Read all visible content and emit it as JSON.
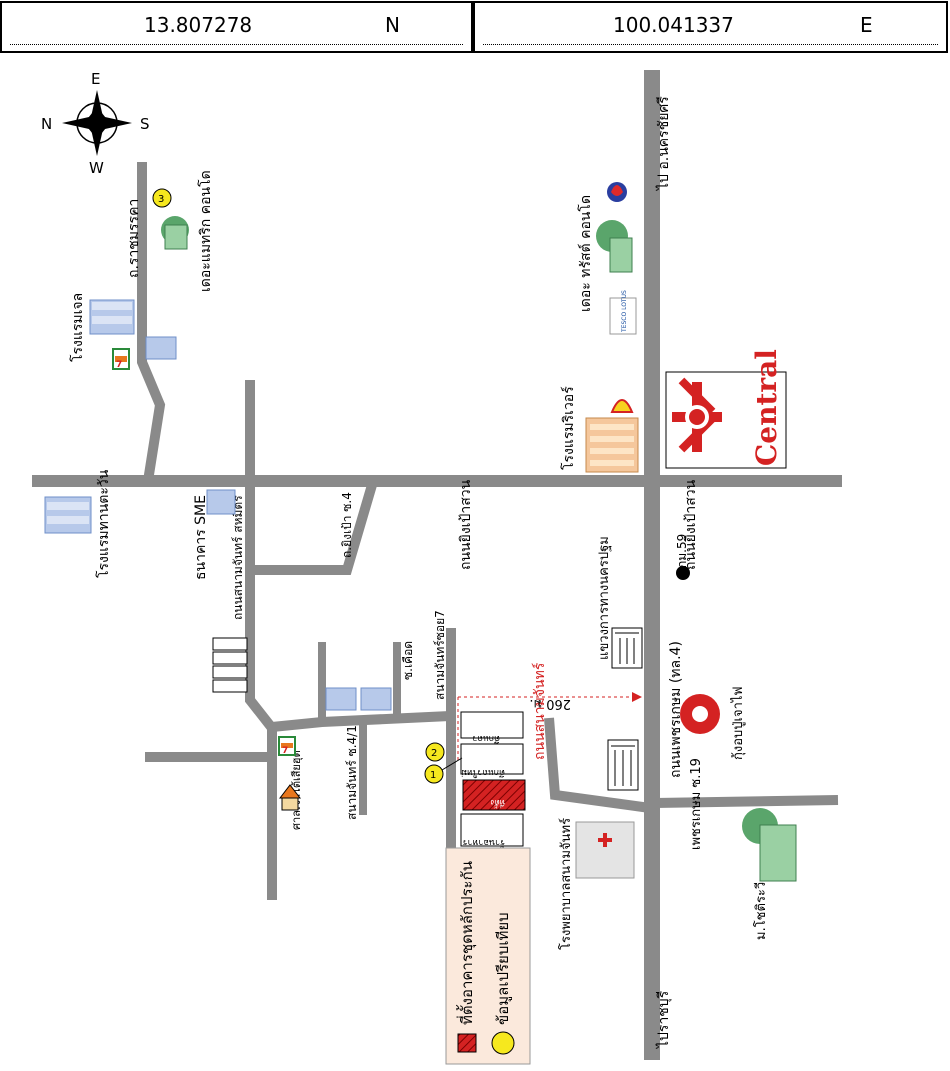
{
  "coordinates": {
    "latitude": "13.807278",
    "latitude_hemisphere": "N",
    "longitude": "100.041337",
    "longitude_hemisphere": "E"
  },
  "compass": {
    "top": "E",
    "left": "N",
    "right": "S",
    "bottom": "W"
  },
  "labels": {
    "to_nakhon_chaisi": "ไป อ.นครชัยศรี",
    "to_ratchaburi": "ไปราชบุรี",
    "phetkasem_road": "ถนนเพชรเกษม (ทล.4)",
    "road_top": "ถนนยิงเป้าสวน",
    "road_top_right": "ถนนยิงเป้าสวน",
    "ratchamankha_road": "ถ.ราชมรรคา",
    "the_matrix_condo": "เดอะแมทริก คอนโด",
    "the_trust_condo": "เดอะ ทรัสต์ คอนโด",
    "river_hotel": "โรงแรมริเวอร์",
    "central": "Central",
    "tesco_lotus": "TESCO LOTUS",
    "jail_hotel": "โรงแรมเจล",
    "tawan_hotel": "โรงแรมทานตะวัน",
    "sme_bank": "ธนาคาร SME",
    "sanam_chan_road": "ถนนสนามจันทร์ สหมิตร",
    "yingpao_soi4": "ถ.ยิงเป้า ซ.4",
    "km59": "กม.59",
    "highways_office": "แขวงการทางนครปฐม",
    "sanam_chan_soi7": "สนามจันทร์ซอย7",
    "soi_kheud": "ซ.เคือด",
    "sanam_chan_soi4_1": "สนามจันทร์ ซ.4/1",
    "distance": "260 ม.",
    "sanam_chan_road_red": "ถนนสนามจันทร์",
    "shrine": "ศาลเจ้าไต้เสียฮุด",
    "kung_pao_restaurant": "กุ้งอบปู่เจาไฟ",
    "phetkasem_soi19": "เพชรเกษม ซ.19",
    "sanam_chan_hospital": "โรงพยาบาลสนามจันทร์",
    "m_chotirawee": "ม.โชติระวี",
    "building_a": "ตึกแถว",
    "building_b": "ตึกแถวใหม่",
    "building_c": "ที่ตั้ง",
    "building_d": "ร้านอาหาร",
    "seven_eleven": "7-ELEVEN"
  },
  "markers": {
    "m1": "1",
    "m2": "2",
    "m3": "3"
  },
  "legend": {
    "item1": "ที่ตั้งอาคารชุดหลักประกัน",
    "item2": "ข้อมูลเปรียบเทียบ"
  },
  "colors": {
    "road": "#8a8a8a",
    "legend_bg": "#fbe9dc",
    "marker": "#f6e81e",
    "red": "#d42222"
  }
}
